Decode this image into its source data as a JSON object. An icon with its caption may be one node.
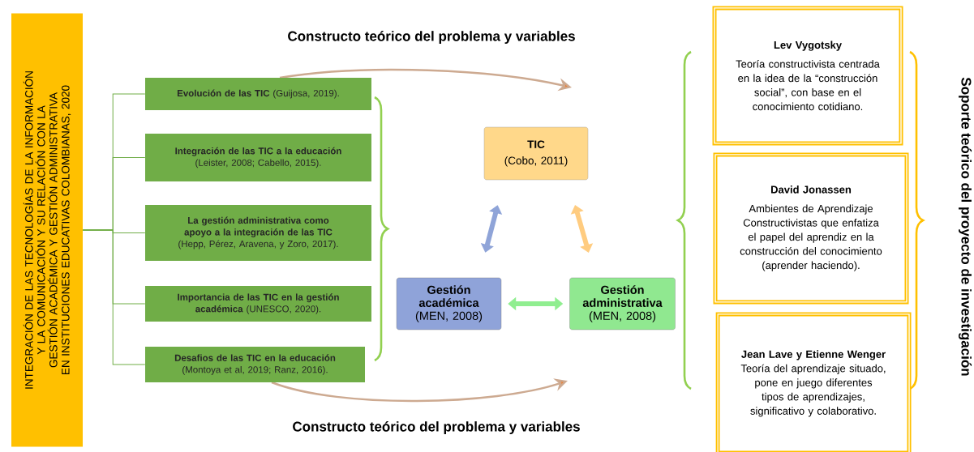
{
  "diagram": {
    "nodes": [
      {
        "text": [
          "INTEGRACIÓN DE LAS TECNOLOGÍAS DE LA INFORMACIÓN Y LA COMUNICACIÓN Y SU RELACIÓN CON LA GESTIÓN ACADÉMICA Y GESTIÓN ADMINISTRATIVA EN INSTITUCIONES EDUCATIVAS COLOMBIANAS, 2020"
        ]
      },
      {
        "text": [
          "**Evolución de las TIC** (Guijosa, 2019)."
        ]
      },
      {
        "text": [
          "**Integración de las TIC a la educación** (Leister, 2008; Cabello, 2015)."
        ]
      },
      {
        "text": [
          "**La gestión administrativa como apoyo a la integración de las TIC** (Hepp, Pérez, Aravena, y Zoro, 2017)."
        ]
      },
      {
        "text": [
          "**Importancia de las TIC en la gestión académica** (UNESCO, 2020)."
        ]
      },
      {
        "text": [
          "**Desafios de las TIC en la educación** (Montoya et al, 2019; Ranz, 2016)."
        ]
      },
      {
        "text": [
          "TIC",
          "(Cobo, 2011)"
        ]
      },
      {
        "text": [
          "Gestión académica",
          "(MEN, 2008)"
        ]
      },
      {
        "text": [
          "Gestión administrativa",
          "(MEN, 2008)"
        ]
      },
      {
        "text": [
          "Lev Vygotsky",
          "Teoría constructivista centrada en la idea de la “construcción social”, con base en el conocimiento cotidiano."
        ]
      },
      {
        "text": [
          "David Jonassen",
          "Ambientes de Aprendizaje Constructivistas que enfatiza el papel del aprendiz en la construcción del conocimiento (aprender haciendo)."
        ]
      },
      {
        "text": [
          "Jean Lave y Etienne Wenger",
          "Teoría del aprendizaje situado, pone en juego diferentes tipos de aprendizajes, significativo y colaborativo."
        ]
      }
    ],
    "edges": [
      {
        "from": 0,
        "to": 1,
        "arrow": "none"
      },
      {
        "from": 0,
        "to": 2,
        "arrow": "none"
      },
      {
        "from": 0,
        "to": 3,
        "arrow": "none"
      },
      {
        "from": 0,
        "to": 4,
        "arrow": "none"
      },
      {
        "from": 0,
        "to": 5,
        "arrow": "none"
      },
      {
        "from": 7,
        "to": 6,
        "arrow": "both",
        "style": "thick",
        "color": "#8fa4d8"
      },
      {
        "from": 6,
        "to": 8,
        "arrow": "both",
        "style": "thick",
        "color": "#ffcc80"
      },
      {
        "from": 7,
        "to": 8,
        "arrow": "both",
        "style": "thick",
        "color": "#90ee90"
      }
    ],
    "labels": [
      "Constructo teórico del problema y variables",
      "Soporte teórico del proyecto de investigación",
      "Constructo teórico del problema y variables"
    ]
  }
}
